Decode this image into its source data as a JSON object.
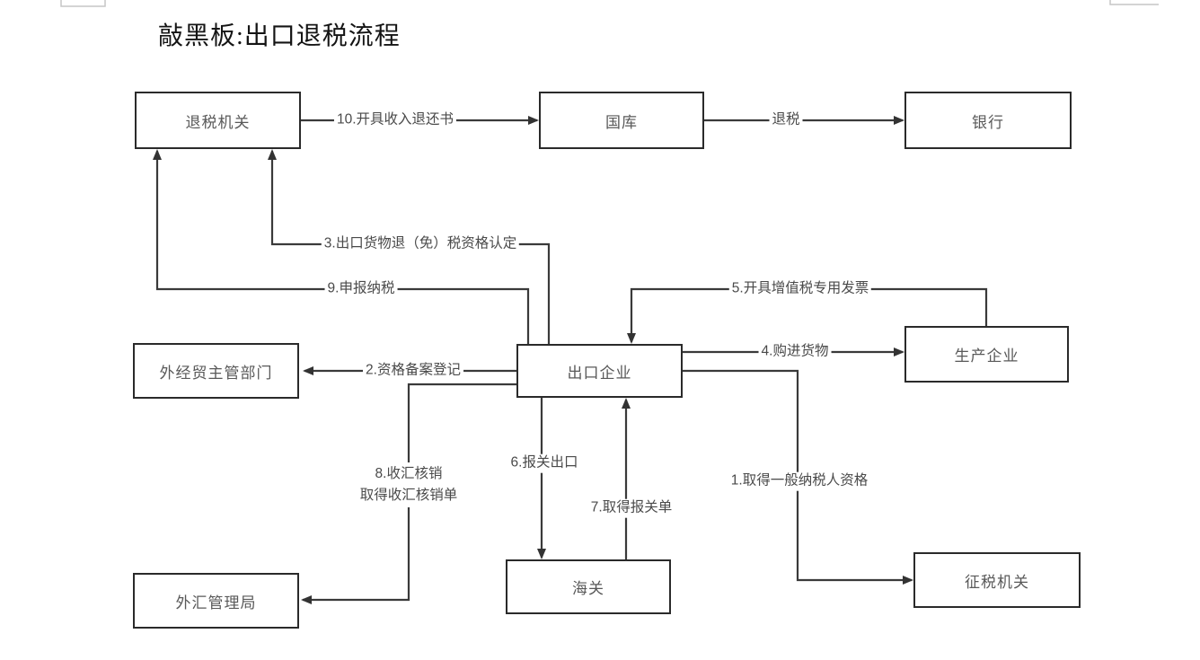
{
  "page": {
    "title": "敲黑板:出口退税流程"
  },
  "nodes": {
    "tax_refund_authority": {
      "label": "退税机关"
    },
    "treasury": {
      "label": "国库"
    },
    "bank": {
      "label": "银行"
    },
    "foreign_trade_dept": {
      "label": "外经贸主管部门"
    },
    "export_enterprise": {
      "label": "出口企业"
    },
    "production_enterprise": {
      "label": "生产企业"
    },
    "forex_administration": {
      "label": "外汇管理局"
    },
    "customs": {
      "label": "海关"
    },
    "tax_collection_authority": {
      "label": "征税机关"
    }
  },
  "edges": {
    "step1": {
      "from": "export_enterprise",
      "to": "tax_collection_authority",
      "label": "1.取得一般纳税人资格"
    },
    "step2": {
      "from": "export_enterprise",
      "to": "foreign_trade_dept",
      "label": "2.资格备案登记"
    },
    "step3": {
      "from": "export_enterprise",
      "to": "tax_refund_authority",
      "label": "3.出口货物退（免）税资格认定"
    },
    "step4": {
      "from": "export_enterprise",
      "to": "production_enterprise",
      "label": "4.购进货物"
    },
    "step5": {
      "from": "production_enterprise",
      "to": "export_enterprise",
      "label": "5.开具增值税专用发票"
    },
    "step6": {
      "from": "export_enterprise",
      "to": "customs",
      "label": "6.报关出口"
    },
    "step7": {
      "from": "customs",
      "to": "export_enterprise",
      "label": "7.取得报关单"
    },
    "step8": {
      "from": "export_enterprise",
      "to": "forex_administration",
      "label_line1": "8.收汇核销",
      "label_line2": "取得收汇核销单"
    },
    "step9": {
      "from": "export_enterprise",
      "to": "tax_refund_authority",
      "label": "9.申报纳税"
    },
    "step10": {
      "from": "tax_refund_authority",
      "to": "treasury",
      "label": "10.开具收入退还书"
    },
    "refund": {
      "from": "treasury",
      "to": "bank",
      "label": "退税"
    }
  },
  "colors": {
    "line": "#3a3a3a",
    "box_border": "#2a2a2a",
    "box_text": "#595959",
    "edge_label_text": "#4a4a4a",
    "title_text": "#141414",
    "background": "#ffffff",
    "edge_artifact": "#c6c6c6"
  }
}
